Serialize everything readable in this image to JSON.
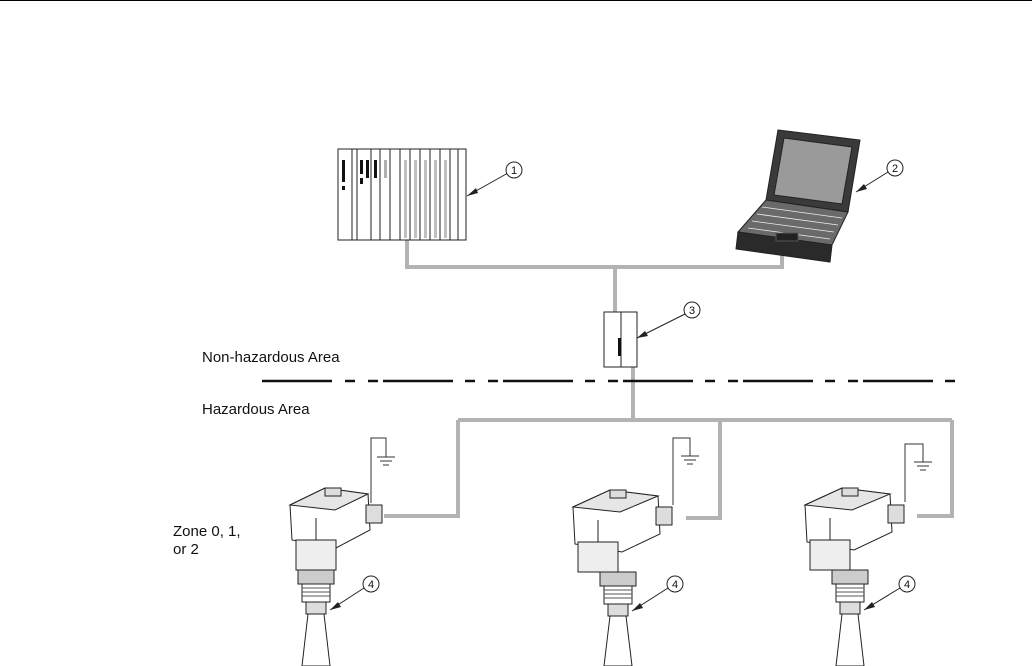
{
  "labels": {
    "non_hazardous": "Non-hazardous Area",
    "hazardous": "Hazardous Area",
    "zone_line1": "Zone 0, 1,",
    "zone_line2": "or 2"
  },
  "callouts": [
    "1",
    "2",
    "3",
    "4",
    "4",
    "4"
  ],
  "colors": {
    "cable": "#b3b3b3",
    "line": "#1a1a1a",
    "device_fill": "#ffffff",
    "device_shade": "#d9d9d9"
  }
}
